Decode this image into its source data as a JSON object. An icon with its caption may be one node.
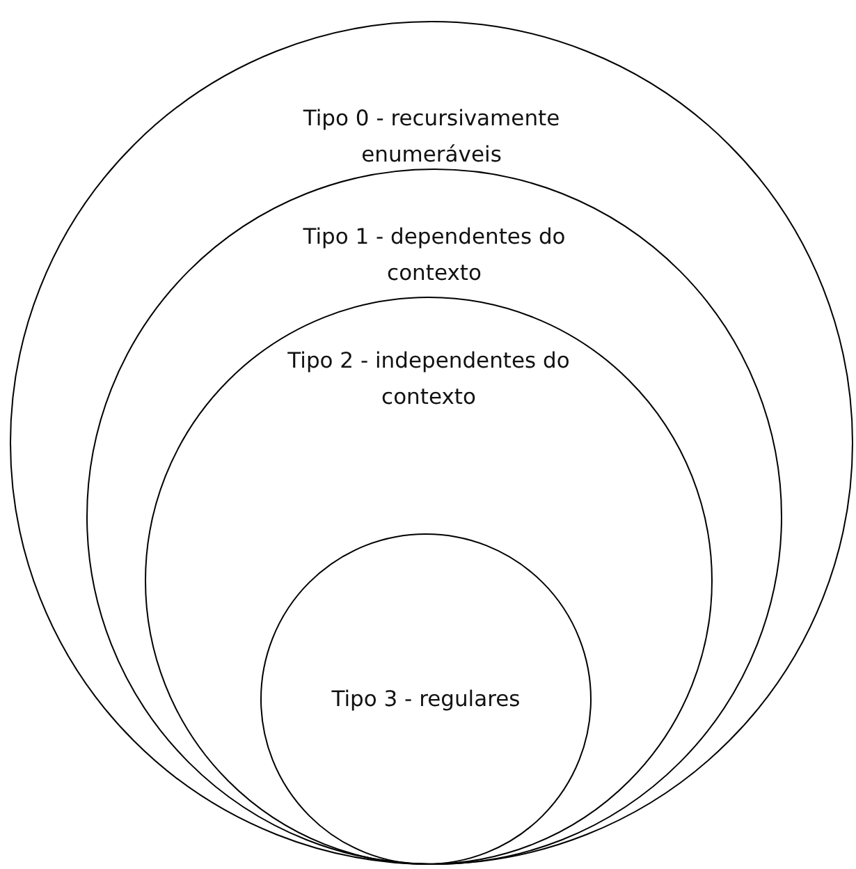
{
  "diagram": {
    "nodes": [
      {
        "text": [
          "Tipo 0 - recursivamente enumeráveis"
        ]
      },
      {
        "text": [
          "Tipo 1 - dependentes do contexto"
        ],
        "in": 0
      },
      {
        "text": [
          "Tipo 2 - independentes do contexto"
        ],
        "in": 1
      },
      {
        "text": [
          "Tipo 3 - regulares"
        ],
        "in": 2
      }
    ]
  }
}
